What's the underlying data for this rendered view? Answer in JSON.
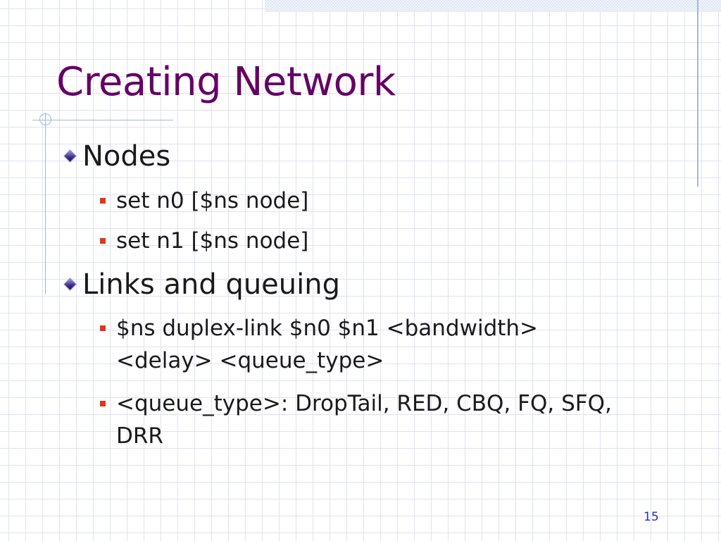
{
  "slide": {
    "title": "Creating Network",
    "page_number": "15"
  },
  "bullets": [
    {
      "label": "Nodes",
      "sub": [
        "set n0 [$ns node]",
        "set n1 [$ns node]"
      ]
    },
    {
      "label": "Links and queuing",
      "sub": [
        "$ns duplex-link $n0 $n1 <bandwidth> <delay> <queue_type>",
        "<queue_type>: DropTail, RED, CBQ, FQ, SFQ, DRR"
      ]
    }
  ],
  "colors": {
    "title": "#660066",
    "sub_bullet": "#e8311d",
    "page_number": "#2b2bc8"
  }
}
